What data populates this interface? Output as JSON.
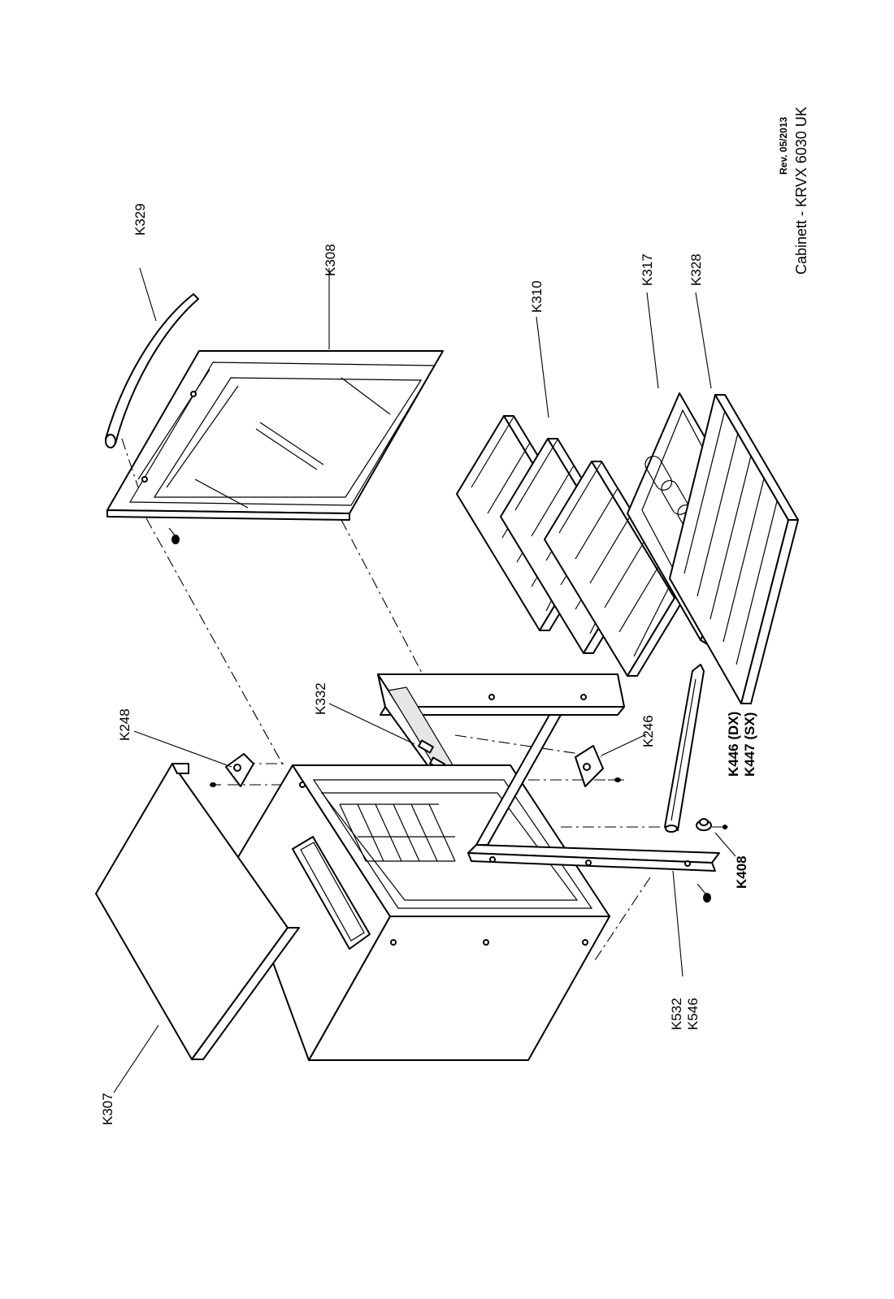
{
  "diagram": {
    "parts": {
      "k329": "K329",
      "k308": "K308",
      "k310": "K310",
      "k317": "K317",
      "k328": "K328",
      "k248": "K248",
      "k332": "K332",
      "k246": "K246",
      "k446": "K446 (DX)",
      "k447": "K447 (SX)",
      "k408": "K408",
      "k532": "K532",
      "k546": "K546",
      "k307": "K307"
    },
    "footer": {
      "revision": "Rev. 05/2013",
      "title": "Cabinett -  KRVX 6030 UK"
    }
  }
}
